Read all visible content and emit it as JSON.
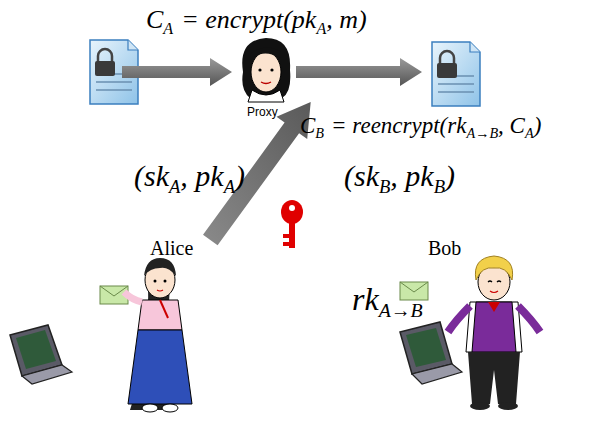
{
  "diagram": {
    "nodes": [
      {
        "text": [
          "Alice"
        ]
      },
      {
        "text": [
          "Proxy"
        ]
      },
      {
        "text": [
          "Bob"
        ]
      }
    ],
    "edges": [
      {
        "from": 0,
        "to": 1,
        "arrow": "to"
      }
    ],
    "labels": [
      "C",
      "A",
      "= encrypt(pk",
      "A",
      ", m)",
      "C",
      "B",
      "= reencrypt(rk",
      "A→B",
      ", C",
      "A",
      ")",
      "(sk",
      "A",
      ", pk",
      "A",
      ")",
      "rk",
      "A→B",
      "(sk",
      "B",
      ", pk",
      "B",
      ")"
    ]
  }
}
